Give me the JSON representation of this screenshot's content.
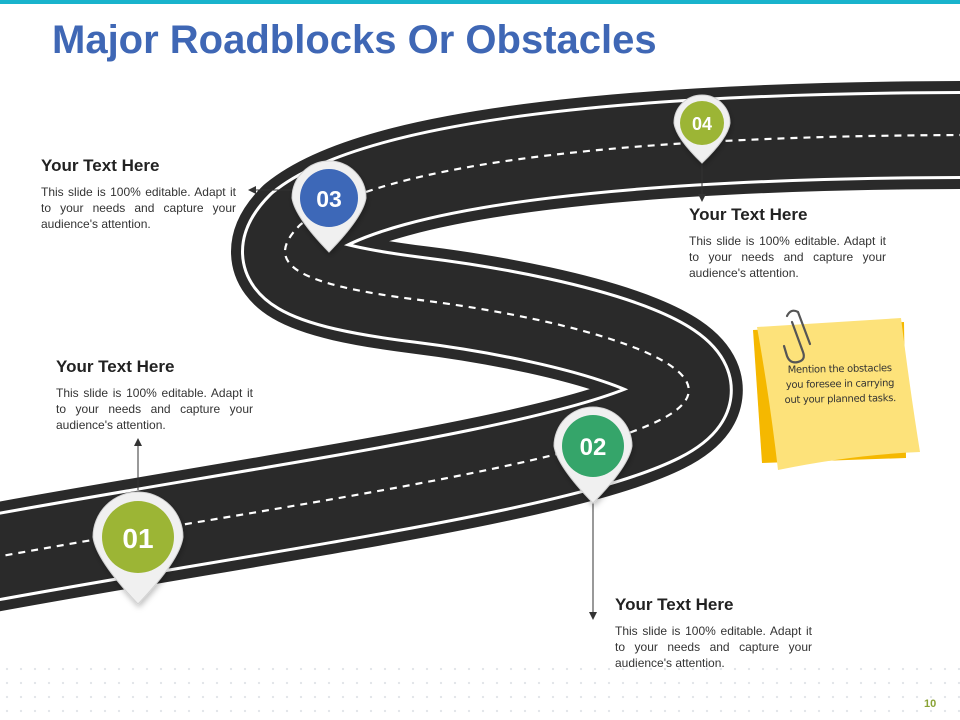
{
  "slide": {
    "title": "Major Roadblocks Or Obstacles",
    "page_number": "10"
  },
  "colors": {
    "title": "#3f67b5",
    "top_bar": "#19b3cc",
    "road": "#2a2a2a",
    "marker_green_light": "#9cb534",
    "marker_green": "#34a56a",
    "marker_blue": "#3d68b8",
    "sticky_note": "#fde27a",
    "sticky_note_shadow": "#f5b800"
  },
  "markers": [
    {
      "label": "01",
      "color": "#9cb534"
    },
    {
      "label": "02",
      "color": "#34a56a"
    },
    {
      "label": "03",
      "color": "#3d68b8"
    },
    {
      "label": "04",
      "color": "#9cb534"
    }
  ],
  "blocks": [
    {
      "heading": "Your Text Here",
      "body": "This slide is 100% editable. Adapt it to your needs and capture your audience's attention."
    },
    {
      "heading": "Your Text Here",
      "body": "This slide is 100% editable. Adapt it to your needs and capture your audience's attention."
    },
    {
      "heading": "Your Text Here",
      "body": "This slide is 100% editable. Adapt it to your needs and capture your audience's attention."
    },
    {
      "heading": "Your Text Here",
      "body": "This slide is 100% editable. Adapt it to your needs and capture your audience's attention."
    }
  ],
  "sticky_note": {
    "text": "Mention the obstacles you foresee in carrying out your planned tasks."
  }
}
